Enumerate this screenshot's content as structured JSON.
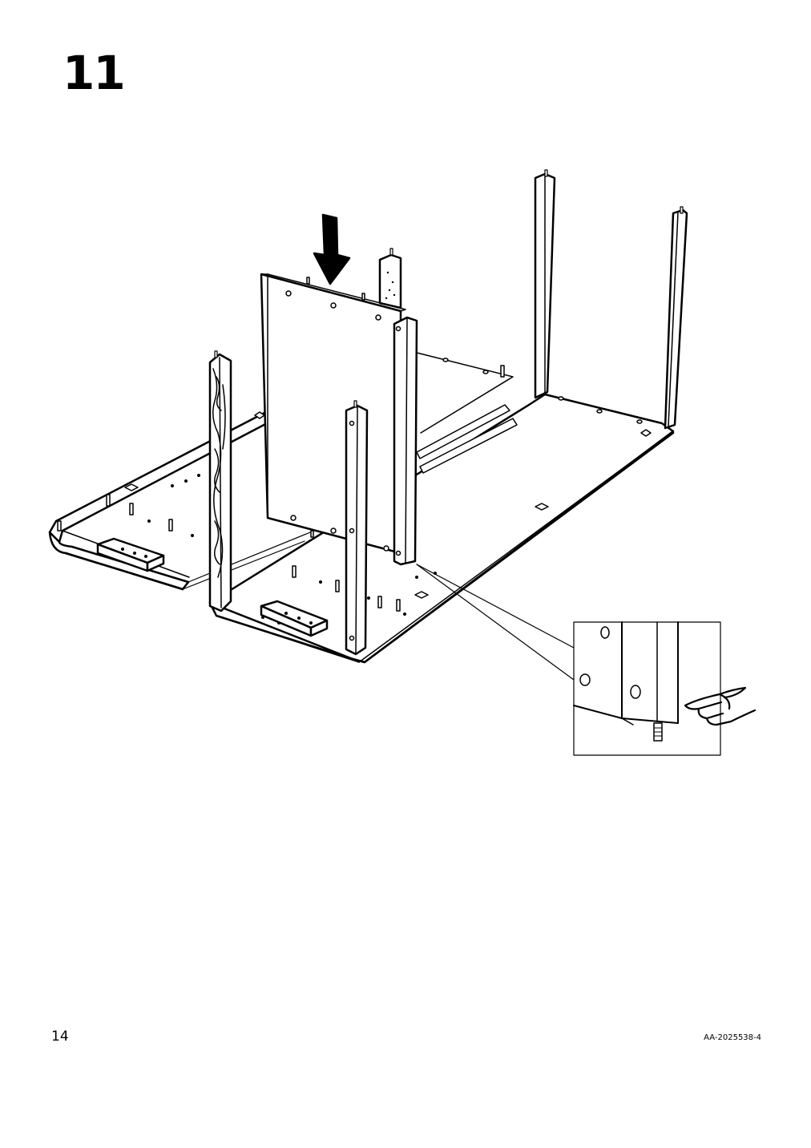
{
  "step": {
    "number": "11"
  },
  "footer": {
    "page_number": "14",
    "document_id": "AA-2025538-4"
  },
  "illustration": {
    "parts": [
      "base-frame",
      "back-panel",
      "left-side-panel",
      "right-side-frame",
      "front-posts",
      "feet-blocks",
      "dowels"
    ],
    "icons": [
      "down-arrow-icon",
      "pointing-hand-icon"
    ],
    "has_detail_inset": true
  }
}
